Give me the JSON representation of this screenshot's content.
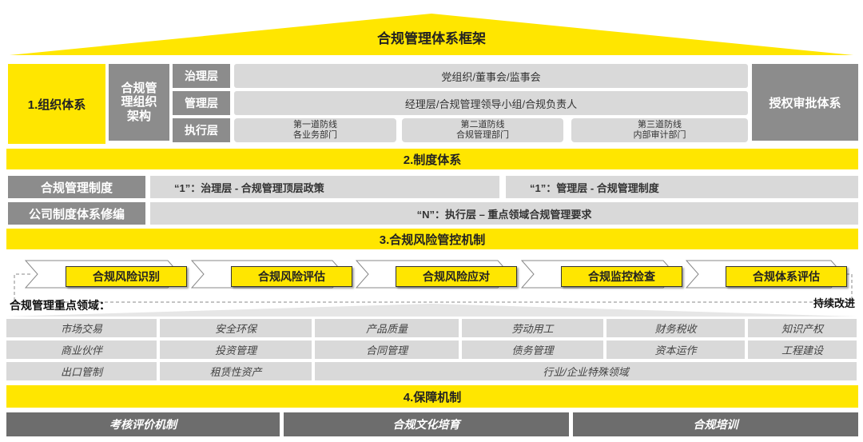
{
  "title": "合规管理体系框架",
  "section1": {
    "label": "1.组织体系",
    "structure_label": "合规管\n理组织\n架构",
    "layers": [
      {
        "name": "治理层",
        "content": "党组织/董事会/监事会"
      },
      {
        "name": "管理层",
        "content": "经理层/合规管理领导小组/合规负责人"
      },
      {
        "name": "执行层"
      }
    ],
    "defense_lines": [
      {
        "line": "第一道防线",
        "dept": "各业务部门"
      },
      {
        "line": "第二道防线",
        "dept": "合规管理部门"
      },
      {
        "line": "第三道防线",
        "dept": "内部审计部门"
      }
    ],
    "right_label": "授权审批体系"
  },
  "section2": {
    "title": "2.制度体系",
    "rows": [
      {
        "label": "合规管理制度",
        "items": [
          "“1”：治理层 - 合规管理顶层政策",
          "“1”：管理层 - 合规管理制度"
        ]
      },
      {
        "label": "公司制度体系修编",
        "items": [
          "“N”：执行层 – 重点领域合规管理要求"
        ]
      }
    ]
  },
  "section3": {
    "title": "3.合规风险管控机制",
    "steps": [
      "合规风险识别",
      "合规风险评估",
      "合规风险应对",
      "合规监控检查",
      "合规体系评估"
    ],
    "key_areas_label": "合规管理重点领域：",
    "continuous": "持续改进",
    "areas": [
      [
        "市场交易",
        "安全环保",
        "产品质量",
        "劳动用工",
        "财务税收",
        "知识产权"
      ],
      [
        "商业伙伴",
        "投资管理",
        "合同管理",
        "债务管理",
        "资本运作",
        "工程建设"
      ],
      [
        "出口管制",
        "租赁性资产",
        "行业/企业特殊领域"
      ]
    ]
  },
  "section4": {
    "title": "4.保障机制",
    "items": [
      "考核评价机制",
      "合规文化培育",
      "合规培训"
    ]
  },
  "colors": {
    "yellow": "#ffe600",
    "dark_gray": "#8c8c8c",
    "light_gray": "#d9d9d9",
    "bottom_gray": "#6d6d6d"
  }
}
